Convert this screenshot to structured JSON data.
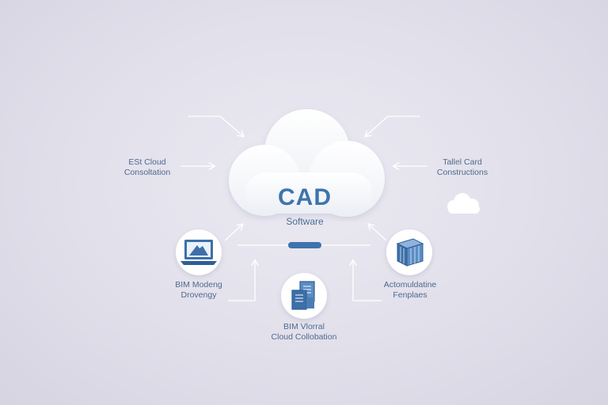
{
  "center": {
    "title": "CAD",
    "subtitle": "Software"
  },
  "labels": {
    "top_left": [
      "ESt Cloud",
      "Consoltation"
    ],
    "top_right": [
      "Tallel Card",
      "Constructions"
    ],
    "bottom_left": [
      "BIM Modeng",
      "Drovengy"
    ],
    "bottom_center": [
      "BIM Vlorral",
      "Cloud Collobation"
    ],
    "bottom_right": [
      "Actomuldatine",
      "Fenplaes"
    ]
  },
  "icons": {
    "left_node": "laptop-icon",
    "center_node": "documents-icon",
    "right_node": "building-block-icon",
    "side_cloud": "cloud-icon"
  },
  "colors": {
    "accent": "#3e74ac",
    "label_text": "#4f6a8e",
    "line": "#ffffff",
    "background": "#e3e1eb"
  }
}
